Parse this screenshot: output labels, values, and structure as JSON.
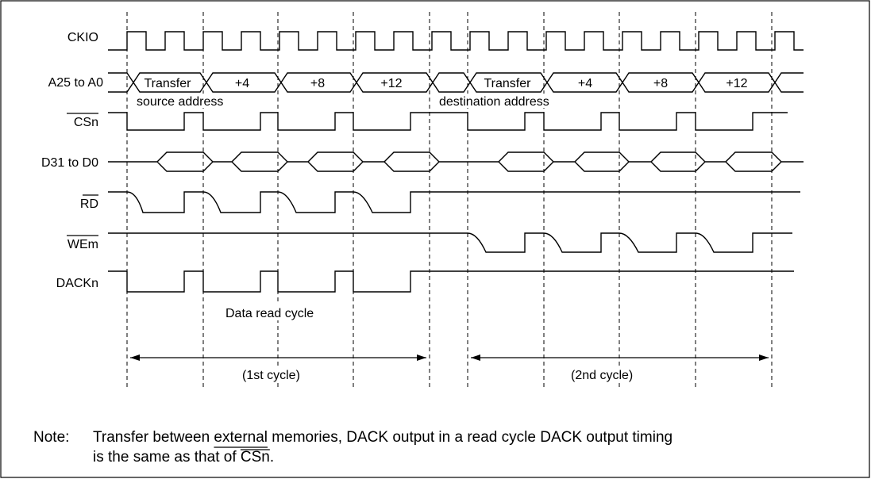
{
  "colors": {
    "line": "#000000",
    "background": "#ffffff",
    "border": "#000000"
  },
  "signals": {
    "ckio": "CKIO",
    "addr": "A25 to A0",
    "csn": "CSn",
    "data": "D31 to D0",
    "rd": "RD",
    "wem": "WEm",
    "dackn": "DACKn"
  },
  "address_segments": {
    "src_transfer": "Transfer",
    "src_plus4": "+4",
    "src_plus8": "+8",
    "src_plus12": "+12",
    "dst_transfer": "Transfer",
    "dst_plus4": "+4",
    "dst_plus8": "+8",
    "dst_plus12": "+12"
  },
  "annotations": {
    "source_address": "source address",
    "destination_address": "destination address",
    "data_read_cycle": "Data read cycle",
    "first_cycle": "(1st cycle)",
    "second_cycle": "(2nd cycle)"
  },
  "note": {
    "prefix": "Note:",
    "line1": "Transfer between external memories, DACK output  in a read cycle DACK output timing",
    "line2_start": "is the same as that of ",
    "line2_signal": "CSn",
    "line2_end": "."
  }
}
